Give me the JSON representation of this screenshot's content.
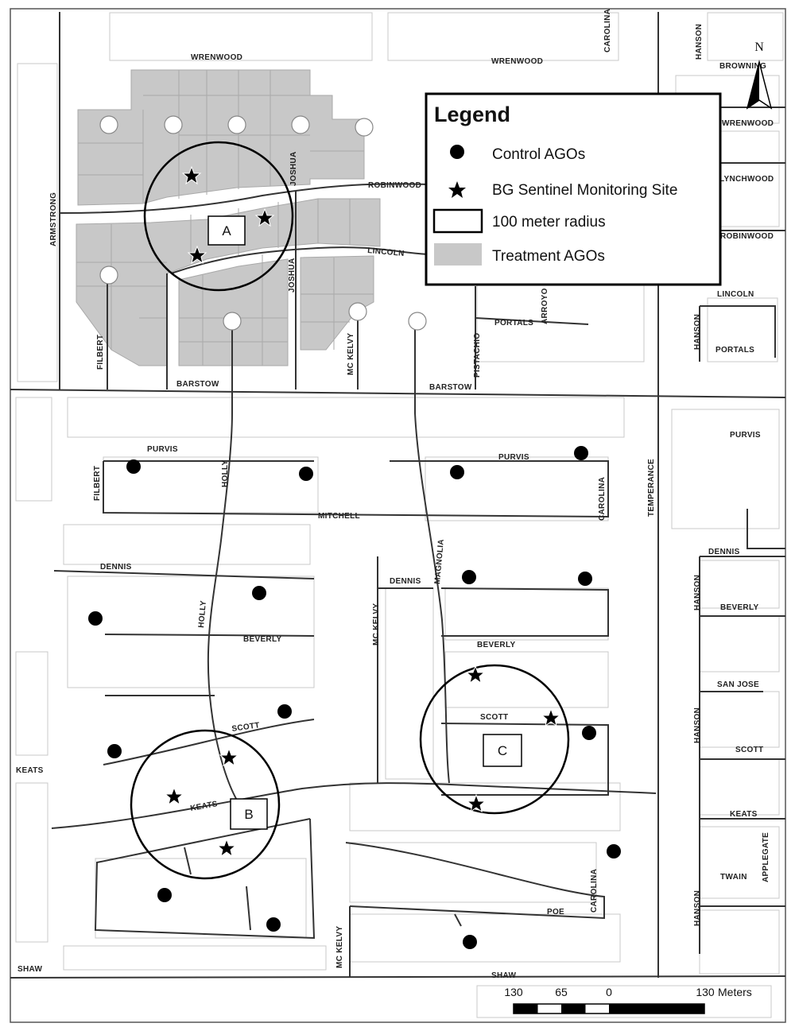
{
  "legend": {
    "title": "Legend",
    "items": [
      {
        "symbol": "circle",
        "label": "Control AGOs"
      },
      {
        "symbol": "star",
        "label": "BG Sentinel Monitoring Site"
      },
      {
        "symbol": "box",
        "label": "100 meter radius"
      },
      {
        "symbol": "gray-box",
        "label": "Treatment AGOs"
      }
    ]
  },
  "north_arrow": {
    "label": "N"
  },
  "scale_bar": {
    "labels": [
      "130",
      "65",
      "0",
      "130"
    ],
    "unit": "Meters"
  },
  "sites": [
    "A",
    "B",
    "C"
  ],
  "streets": {
    "wrenwood_1": "WRENWOOD",
    "wrenwood_2": "WRENWOOD",
    "wrenwood_3": "WRENWOOD",
    "carolina_top": "CAROLINA",
    "hanson_top": "HANSON",
    "browning": "BROWNING",
    "lynchwood": "LYNCHWOOD",
    "robinwood_1": "ROBINWOOD",
    "robinwood_2": "ROBINWOOD",
    "armstrong": "ARMSTRONG",
    "joshua_1": "JOSHUA",
    "joshua_2": "JOSHUA",
    "lincoln_1": "LINCOLN",
    "lincoln_2": "LINCOLN",
    "arroyo": "ARROYO",
    "portals_1": "PORTALS",
    "portals_2": "PORTALS",
    "hanson_2": "HANSON",
    "filbert_1": "FILBERT",
    "mckelvy_1": "MC KELVY",
    "pistachio": "PISTACHIO",
    "barstow_1": "BARSTOW",
    "barstow_2": "BARSTOW",
    "purvis_1": "PURVIS",
    "purvis_2": "PURVIS",
    "purvis_3": "PURVIS",
    "filbert_2": "FILBERT",
    "holly_1": "HOLLY",
    "carolina_2": "CAROLINA",
    "temperance": "TEMPERANCE",
    "mitchell": "MITCHELL",
    "magnolia": "MAGNOLIA",
    "dennis_1": "DENNIS",
    "dennis_2": "DENNIS",
    "dennis_3": "DENNIS",
    "hanson_3": "HANSON",
    "holly_2": "HOLLY",
    "mckelvy_2": "MC KELVY",
    "beverly_1": "BEVERLY",
    "beverly_2": "BEVERLY",
    "beverly_3": "BEVERLY",
    "san_jose": "SAN JOSE",
    "scott_1": "SCOTT",
    "scott_2": "SCOTT",
    "scott_3": "SCOTT",
    "hanson_4": "HANSON",
    "keats_1": "KEATS",
    "keats_2": "KEATS",
    "keats_3": "KEATS",
    "applegate": "APPLEGATE",
    "twain": "TWAIN",
    "hanson_5": "HANSON",
    "carolina_3": "CAROLINA",
    "poe": "POE",
    "mckelvy_3": "MC KELVY",
    "shaw_1": "SHAW",
    "shaw_2": "SHAW"
  }
}
